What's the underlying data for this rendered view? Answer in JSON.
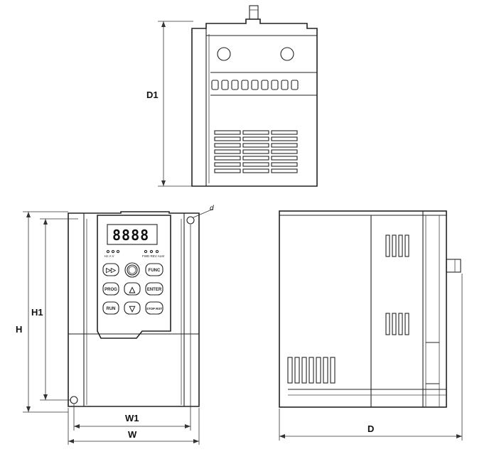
{
  "dimensions": {
    "d1": "D1",
    "h": "H",
    "h1": "H1",
    "w": "W",
    "w1": "W1",
    "d": "D",
    "hole": "d"
  },
  "keypad": {
    "display": "8888",
    "led_left": "Hz A V",
    "led_right": "FWD REV ALM",
    "keys": {
      "fast_forward": "▷▷",
      "knob": "",
      "func": "FUNC",
      "prog": "PROG",
      "up": "△",
      "enter": "ENTER",
      "run": "RUN",
      "down": "▽",
      "stop_rst": "STOP RST"
    }
  }
}
